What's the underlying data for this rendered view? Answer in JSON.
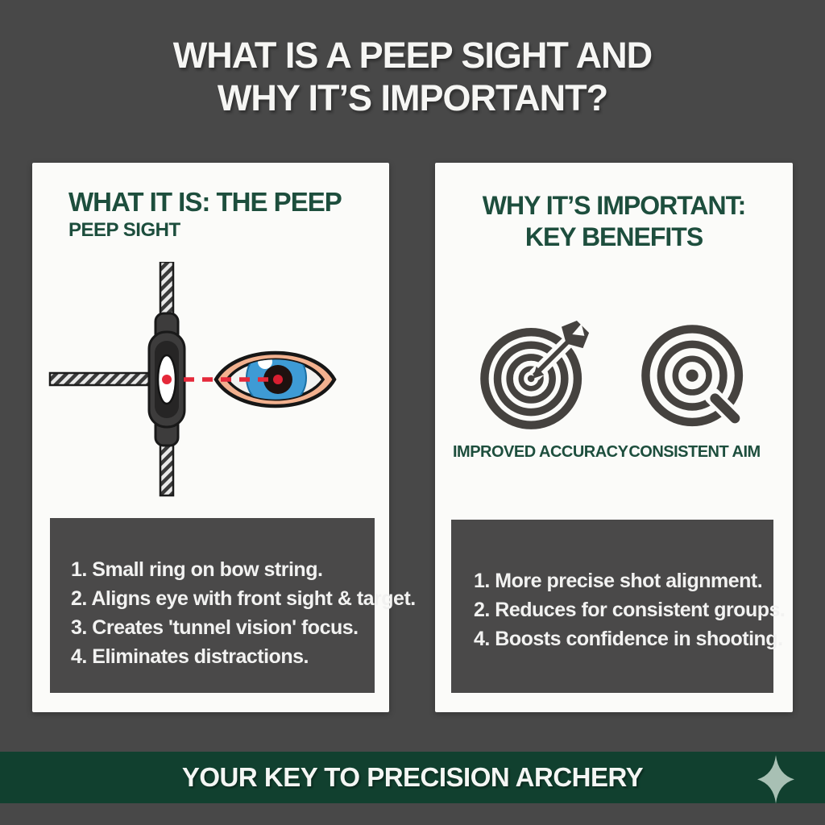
{
  "title": {
    "line1": "WHAT IS A PEEP SIGHT AND",
    "line2": "WHY IT’S IMPORTANT?"
  },
  "left_card": {
    "heading": "WHAT IT IS: THE PEEP",
    "subheading": "PEEP SIGHT",
    "diagram": {
      "elements": [
        "bow-string",
        "peep-sight-ring",
        "sight-line",
        "eye"
      ]
    },
    "list": [
      "1. Small ring on bow string.",
      "2. Aligns eye with front sight & target.",
      "3. Creates 'tunnel vision' focus.",
      "4. Eliminates distractions."
    ]
  },
  "right_card": {
    "heading_line1": "WHY IT’S IMPORTANT:",
    "heading_line2": "KEY BENEFITS",
    "benefits": [
      {
        "icon": "target-arrow-icon",
        "label": "IMPROVED ACCURACY"
      },
      {
        "icon": "target-magnifier-icon",
        "label": "CONSISTENT AIM"
      }
    ],
    "list": [
      "1. More precise shot alignment.",
      "2. Reduces for consistent groups.",
      "4. Boosts confidence in shooting."
    ]
  },
  "footer": {
    "text": "YOUR KEY TO PRECISION ARCHERY"
  },
  "colors": {
    "background": "#484848",
    "card": "#fbfbf9",
    "heading_green": "#1d4e3d",
    "list_box_gray": "#4a4949",
    "banner_green": "#11402f",
    "accent_red": "#e5293a",
    "icon_charcoal": "#45423f",
    "eye_skin": "#f2b18f",
    "iris_blue": "#3e9bd5",
    "sparkle_sage": "#a8c0b4"
  }
}
